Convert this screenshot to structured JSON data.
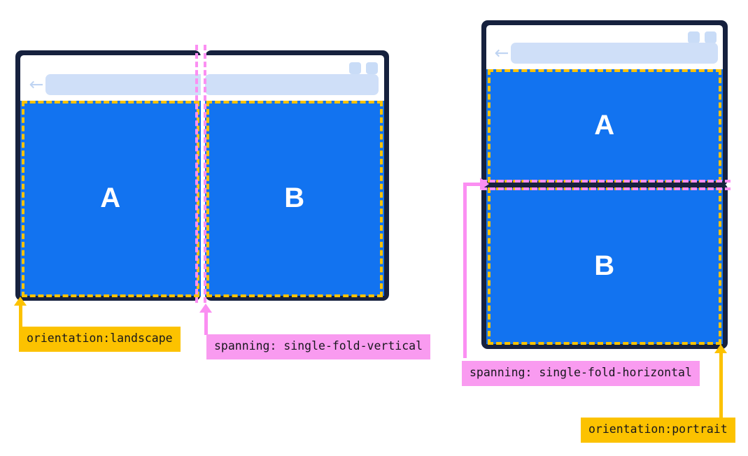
{
  "diagram": {
    "title": "Foldable device viewport segment spanning diagram",
    "colors": {
      "device_frame": "#16213e",
      "viewport_blue": "#1273f0",
      "orange": "#fcc200",
      "pink": "#f99bf0",
      "pink_line": "#fb8ff2",
      "chrome_white": "#ffffff",
      "url_pill": "#cfdff8",
      "tab_chip": "#c9dcf7"
    }
  },
  "devices": [
    {
      "id": "landscape-device",
      "orientation": "landscape",
      "fold": "vertical",
      "browser": {
        "back_icon": "back-arrow-icon",
        "back_glyph": "←",
        "url_value": "",
        "url_placeholder": "",
        "tabs": [
          "tab-chip-1",
          "tab-chip-2"
        ]
      },
      "segments": [
        {
          "label": "A",
          "name": "viewport-segment-a"
        },
        {
          "label": "B",
          "name": "viewport-segment-b"
        }
      ]
    },
    {
      "id": "portrait-device",
      "orientation": "portrait",
      "fold": "horizontal",
      "browser": {
        "back_icon": "back-arrow-icon",
        "back_glyph": "←",
        "url_value": "",
        "url_placeholder": "",
        "tabs": [
          "tab-chip-1",
          "tab-chip-2"
        ]
      },
      "segments": [
        {
          "label": "A",
          "name": "viewport-segment-a"
        },
        {
          "label": "B",
          "name": "viewport-segment-b"
        }
      ]
    }
  ],
  "callouts": [
    {
      "id": "orientation-landscape",
      "text": "orientation:landscape",
      "style": "orange",
      "points_at": "landscape-device-viewport-left-edge"
    },
    {
      "id": "spanning-single-fold-vertical",
      "text": "spanning: single-fold-vertical",
      "style": "pink",
      "points_at": "landscape-device-vertical-fold"
    },
    {
      "id": "spanning-single-fold-horizontal",
      "text": "spanning: single-fold-horizontal",
      "style": "pink",
      "points_at": "portrait-device-horizontal-fold"
    },
    {
      "id": "orientation-portrait",
      "text": "orientation:portrait",
      "style": "orange",
      "points_at": "portrait-device-viewport-bottom-right"
    }
  ]
}
